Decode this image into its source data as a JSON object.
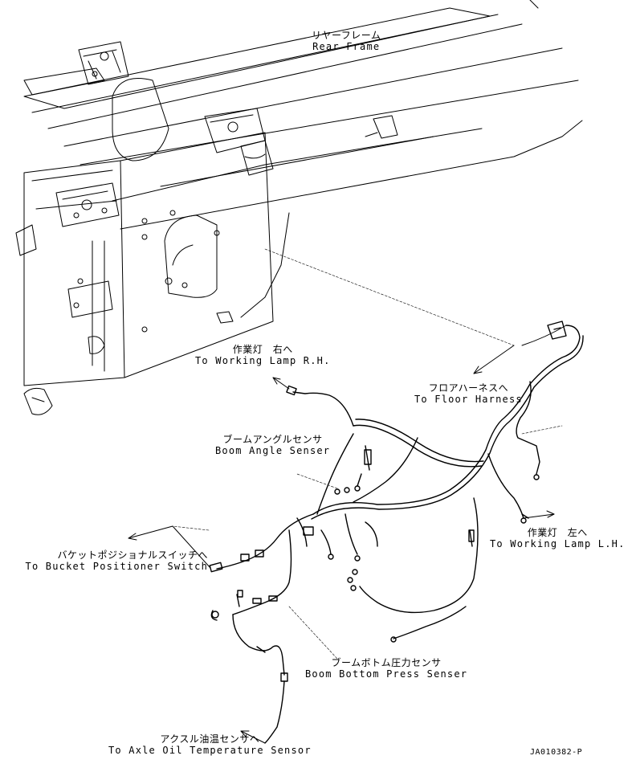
{
  "labels": {
    "rear_frame": {
      "ja": "リヤーフレーム",
      "en": "Rear Frame"
    },
    "working_lamp_rh": {
      "ja": "作業灯　右へ",
      "en": "To Working Lamp R.H."
    },
    "floor_harness": {
      "ja": "フロアハーネスへ",
      "en": "To Floor Harness"
    },
    "boom_angle_sensor": {
      "ja": "ブームアングルセンサ",
      "en": "Boom Angle Senser"
    },
    "working_lamp_lh": {
      "ja": "作業灯　左へ",
      "en": "To Working Lamp L.H."
    },
    "bucket_positioner": {
      "ja": "バケットポジショナルスイッチへ",
      "en": "To Bucket Positioner Switch"
    },
    "boom_bottom_press": {
      "ja": "ブームボトム圧力センサ",
      "en": "Boom Bottom Press Senser"
    },
    "axle_oil_temp": {
      "ja": "アクスル油温センサへ",
      "en": "To Axle Oil Temperature Sensor"
    }
  },
  "drawing_code": "JA010382-P",
  "style": {
    "line_color": "#000000",
    "background": "#ffffff"
  }
}
